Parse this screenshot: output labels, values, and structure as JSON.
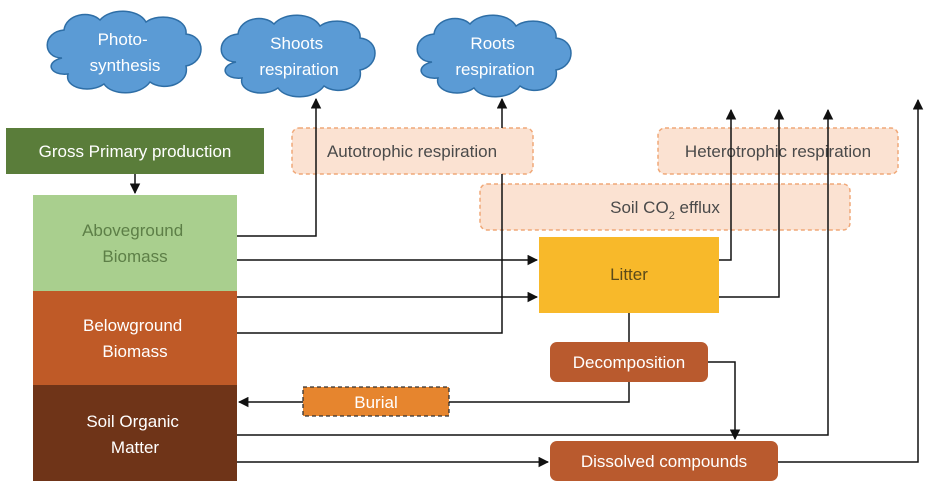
{
  "clouds": {
    "photosynthesis": [
      "Photo-",
      "synthesis"
    ],
    "shoots_respiration": [
      "Shoots",
      "respiration"
    ],
    "roots_respiration": [
      "Roots",
      "respiration"
    ]
  },
  "boxes": {
    "gross_primary_production": "Gross Primary production",
    "autotrophic_respiration": "Autotrophic respiration",
    "heterotrophic_respiration": "Heterotrophic respiration",
    "soil_co2_efflux": {
      "prefix": "Soil CO",
      "subscript": "2",
      "suffix": " efflux"
    },
    "aboveground_biomass": [
      "Aboveground",
      "Biomass"
    ],
    "belowground_biomass": [
      "Belowground",
      "Biomass"
    ],
    "soil_organic_matter": [
      "Soil Organic",
      "Matter"
    ],
    "litter": "Litter",
    "decomposition": "Decomposition",
    "burial": "Burial",
    "dissolved_compounds": "Dissolved compounds"
  },
  "colors": {
    "cloud_fill": "#5b9bd5",
    "cloud_stroke": "#2e6ea6",
    "gpp_fill": "#5a7d3a",
    "aboveground_fill": "#a9cf8e",
    "aboveground_text": "#5d7f47",
    "belowground_fill": "#bf5a27",
    "soil_organic_fill": "#6f3418",
    "litter_fill": "#f8b92a",
    "litter_text": "#5a4a1a",
    "process_fill": "#b95a2e",
    "burial_fill": "#e6852e",
    "respiration_fill": "#fbe2d2",
    "respiration_stroke": "#f0a878",
    "respiration_text": "#4a4a4a",
    "line": "#111111"
  }
}
